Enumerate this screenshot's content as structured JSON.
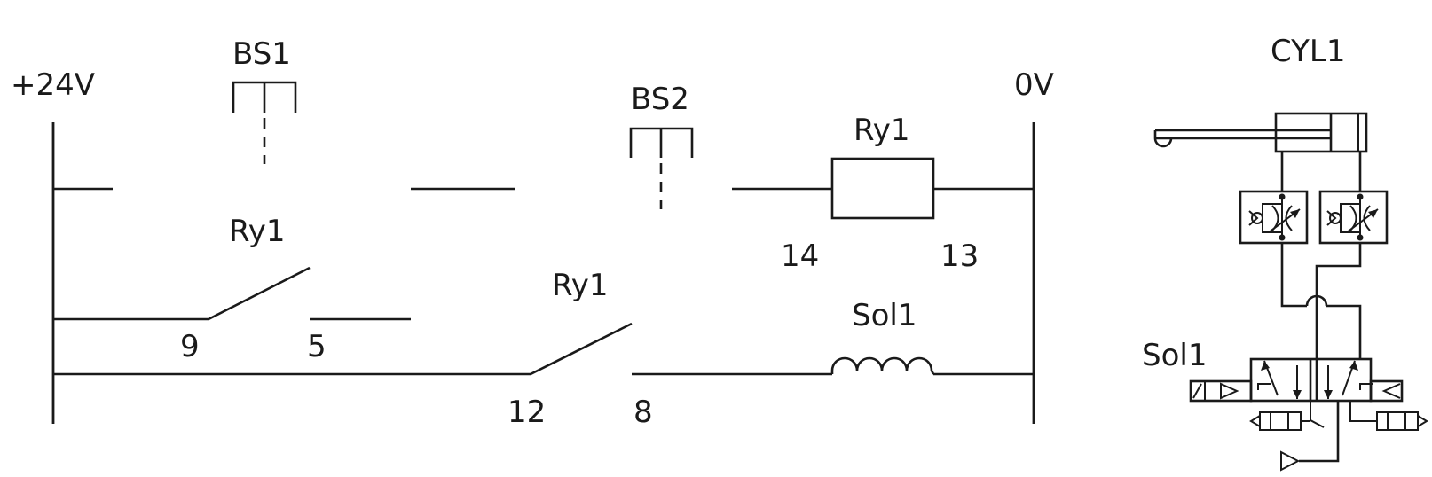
{
  "rails": {
    "positive": "+24V",
    "negative": "0V"
  },
  "switches": {
    "bs1": "BS1",
    "bs2": "BS2"
  },
  "relay": {
    "coil_label": "Ry1",
    "coil_terminal_a": "14",
    "coil_terminal_b": "13",
    "contact1_label": "Ry1",
    "contact1_terminal_a": "9",
    "contact1_terminal_b": "5",
    "contact2_label": "Ry1",
    "contact2_terminal_a": "12",
    "contact2_terminal_b": "8"
  },
  "solenoid": {
    "coil_label": "Sol1",
    "valve_label": "Sol1"
  },
  "cylinder": {
    "label": "CYL1"
  }
}
